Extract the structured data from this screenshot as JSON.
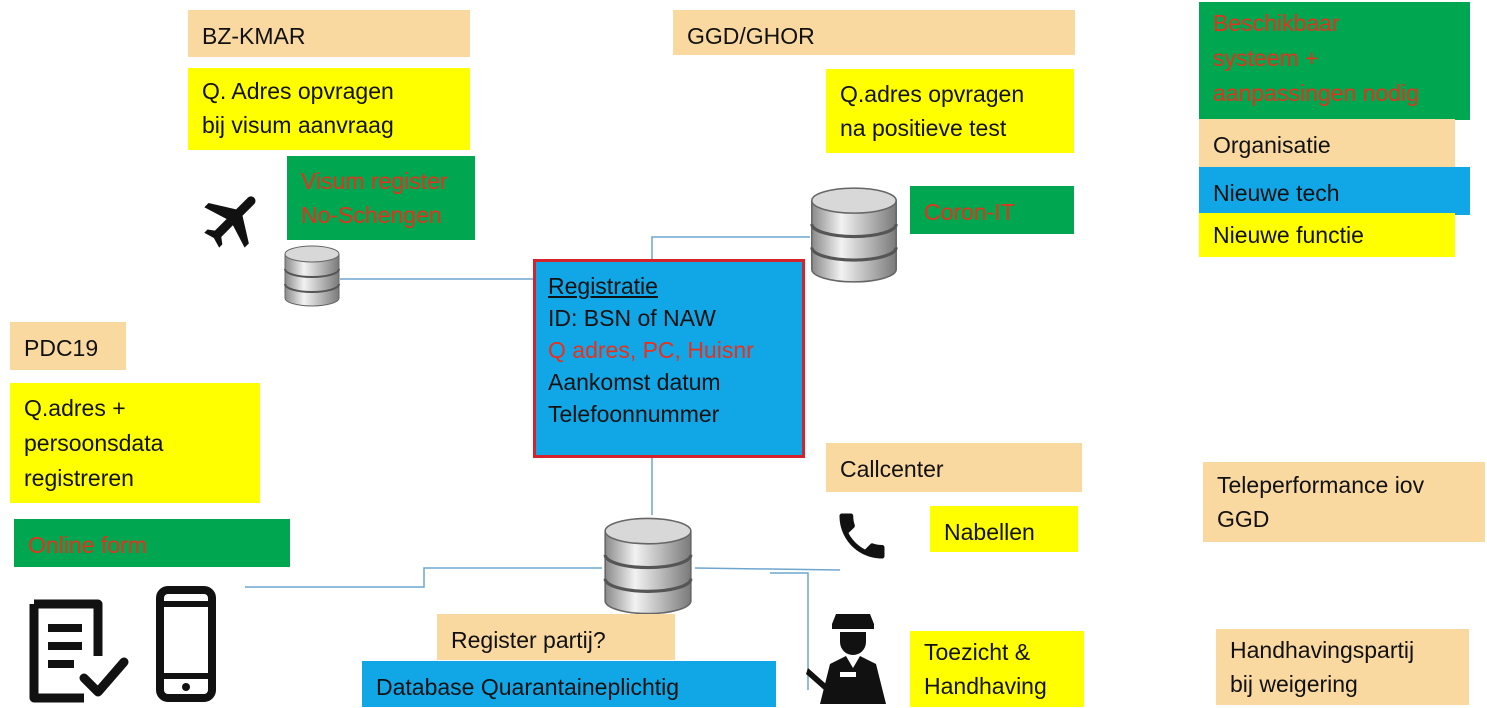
{
  "colors": {
    "peach": "#fad9a1",
    "yellow": "#ffff00",
    "green": "#00a650",
    "blue": "#11a7e6",
    "red_text": "#e8301c",
    "registration_border": "#d4232a"
  },
  "bz_kmar": {
    "org": "BZ-KMAR",
    "function": [
      "Q. Adres opvragen",
      "bij visum aanvraag"
    ],
    "system": [
      "Visum register",
      "No-Schengen"
    ],
    "icon": "airplane-icon"
  },
  "ggd_ghor": {
    "org": "GGD/GHOR",
    "function": [
      "Q.adres opvragen",
      "na positieve test"
    ],
    "system": "Coron-IT"
  },
  "pdc19": {
    "org": "PDC19",
    "function": [
      "Q.adres +",
      "persoonsdata",
      "registreren"
    ],
    "system": "Online form",
    "icons": [
      "form-checklist-icon",
      "smartphone-icon"
    ]
  },
  "registratie": {
    "title": "Registratie",
    "fields": [
      {
        "text": "ID: BSN of NAW",
        "highlight": false
      },
      {
        "text": "Q adres, PC, Huisnr",
        "highlight": true
      },
      {
        "text": "Aankomst datum",
        "highlight": false
      },
      {
        "text": "Telefoonnummer",
        "highlight": false
      }
    ]
  },
  "callcenter": {
    "org": "Callcenter",
    "function": "Nabellen",
    "icon": "phone-icon"
  },
  "register": {
    "org": "Register partij?",
    "system": "Database Quarantaineplichtig"
  },
  "toezicht": {
    "function": [
      "Toezicht &",
      "Handhaving"
    ],
    "icon": "police-officer-icon"
  },
  "legend": {
    "green": [
      "Beschikbaar",
      "systeem +",
      "aanpassingen nodig"
    ],
    "peach": "Organisatie",
    "blue": "Nieuwe tech",
    "yellow": "Nieuwe functie"
  },
  "teleperformance": [
    "Teleperformance iov",
    "GGD"
  ],
  "handhavingspartij": [
    "Handhavingspartij",
    "bij weigering"
  ]
}
